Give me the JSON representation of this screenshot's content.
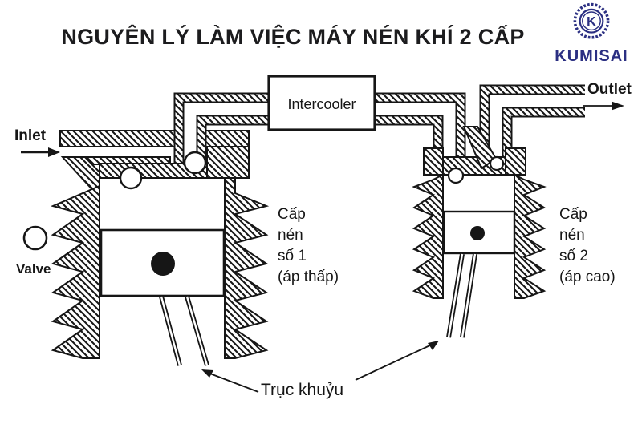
{
  "title": "NGUYÊN LÝ LÀM VIỆC MÁY NÉN KHÍ 2 CẤP",
  "logo": {
    "brand": "KUMISAI",
    "monogram": "K"
  },
  "labels": {
    "intercooler": "Intercooler",
    "inlet": "Inlet",
    "outlet": "Outlet",
    "valve": "Valve",
    "crankshaft": "Trục khuỷu",
    "stage1": {
      "lines": [
        "Cấp",
        "nén",
        "số 1",
        "(áp thấp)"
      ]
    },
    "stage2": {
      "lines": [
        "Cấp",
        "nén",
        "số 2",
        "(áp cao)"
      ]
    }
  },
  "colors": {
    "ink": "#161616",
    "brand_navy": "#2b2f82",
    "background": "#ffffff"
  }
}
